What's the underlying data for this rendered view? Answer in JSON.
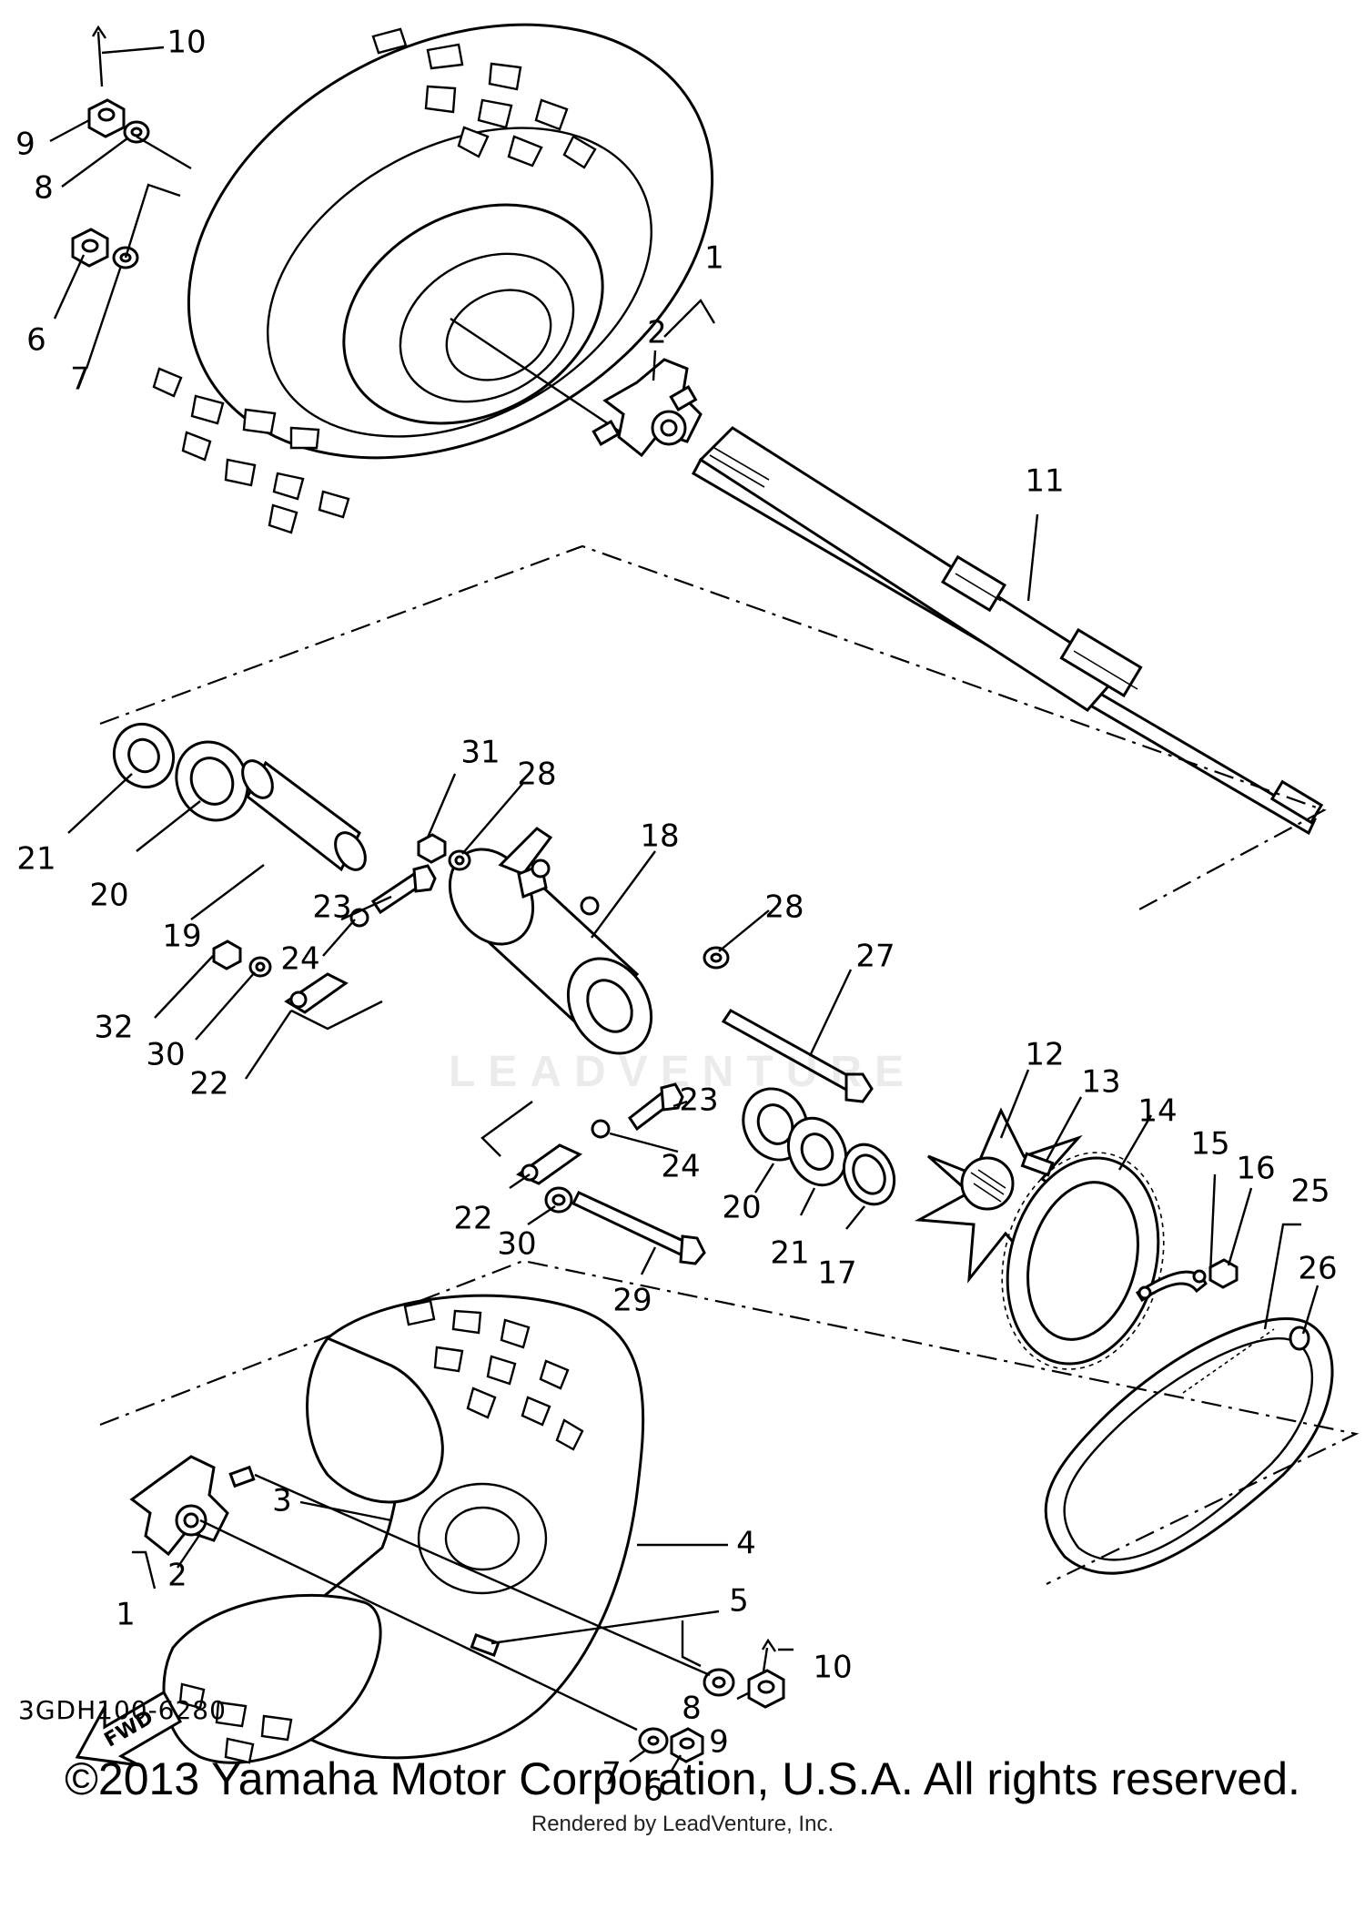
{
  "diagram_code": "3GDH100-6280",
  "copyright": "©2013 Yamaha Motor Corporation, U.S.A. All rights reserved.",
  "rendered_by": "Rendered by LeadVenture, Inc.",
  "watermark": "LEADVENTURE",
  "fwd_arrow_label": "FWD",
  "callouts": {
    "c10a": "10",
    "c9a": "9",
    "c8a": "8",
    "c6a": "6",
    "c7a": "7",
    "c1a": "1",
    "c2a": "2",
    "c11": "11",
    "c31": "31",
    "c28a": "28",
    "c18": "18",
    "c28b": "28",
    "c27": "27",
    "c21a": "21",
    "c20a": "20",
    "c19": "19",
    "c23a": "23",
    "c24a": "24",
    "c32": "32",
    "c30a": "30",
    "c22a": "22",
    "c12": "12",
    "c13": "13",
    "c14": "14",
    "c15": "15",
    "c16": "16",
    "c25": "25",
    "c26": "26",
    "c23b": "23",
    "c24b": "24",
    "c22b": "22",
    "c30b": "30",
    "c20b": "20",
    "c21b": "21",
    "c17": "17",
    "c29": "29",
    "c3": "3",
    "c4": "4",
    "c5": "5",
    "c2b": "2",
    "c1b": "1",
    "c10b": "10",
    "c8b": "8",
    "c9b": "9",
    "c7b": "7",
    "c6b": "6"
  }
}
